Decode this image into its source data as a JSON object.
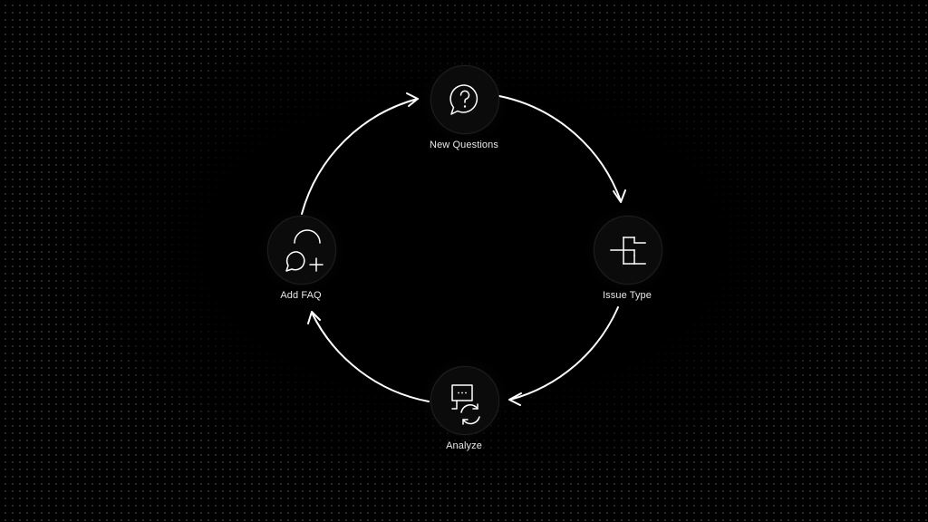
{
  "diagram": {
    "nodes": [
      {
        "id": "new-questions",
        "label": "New Questions",
        "icon": "question-bubble-icon"
      },
      {
        "id": "issue-type",
        "label": "Issue Type",
        "icon": "tree-branch-icon"
      },
      {
        "id": "analyze",
        "label": "Analyze",
        "icon": "analyze-refresh-icon"
      },
      {
        "id": "add-faq",
        "label": "Add FAQ",
        "icon": "add-faq-icon"
      }
    ],
    "flow": "clockwise",
    "colors": {
      "background": "#000000",
      "foreground": "#ffffff",
      "dots": "#8a8aa0"
    }
  }
}
